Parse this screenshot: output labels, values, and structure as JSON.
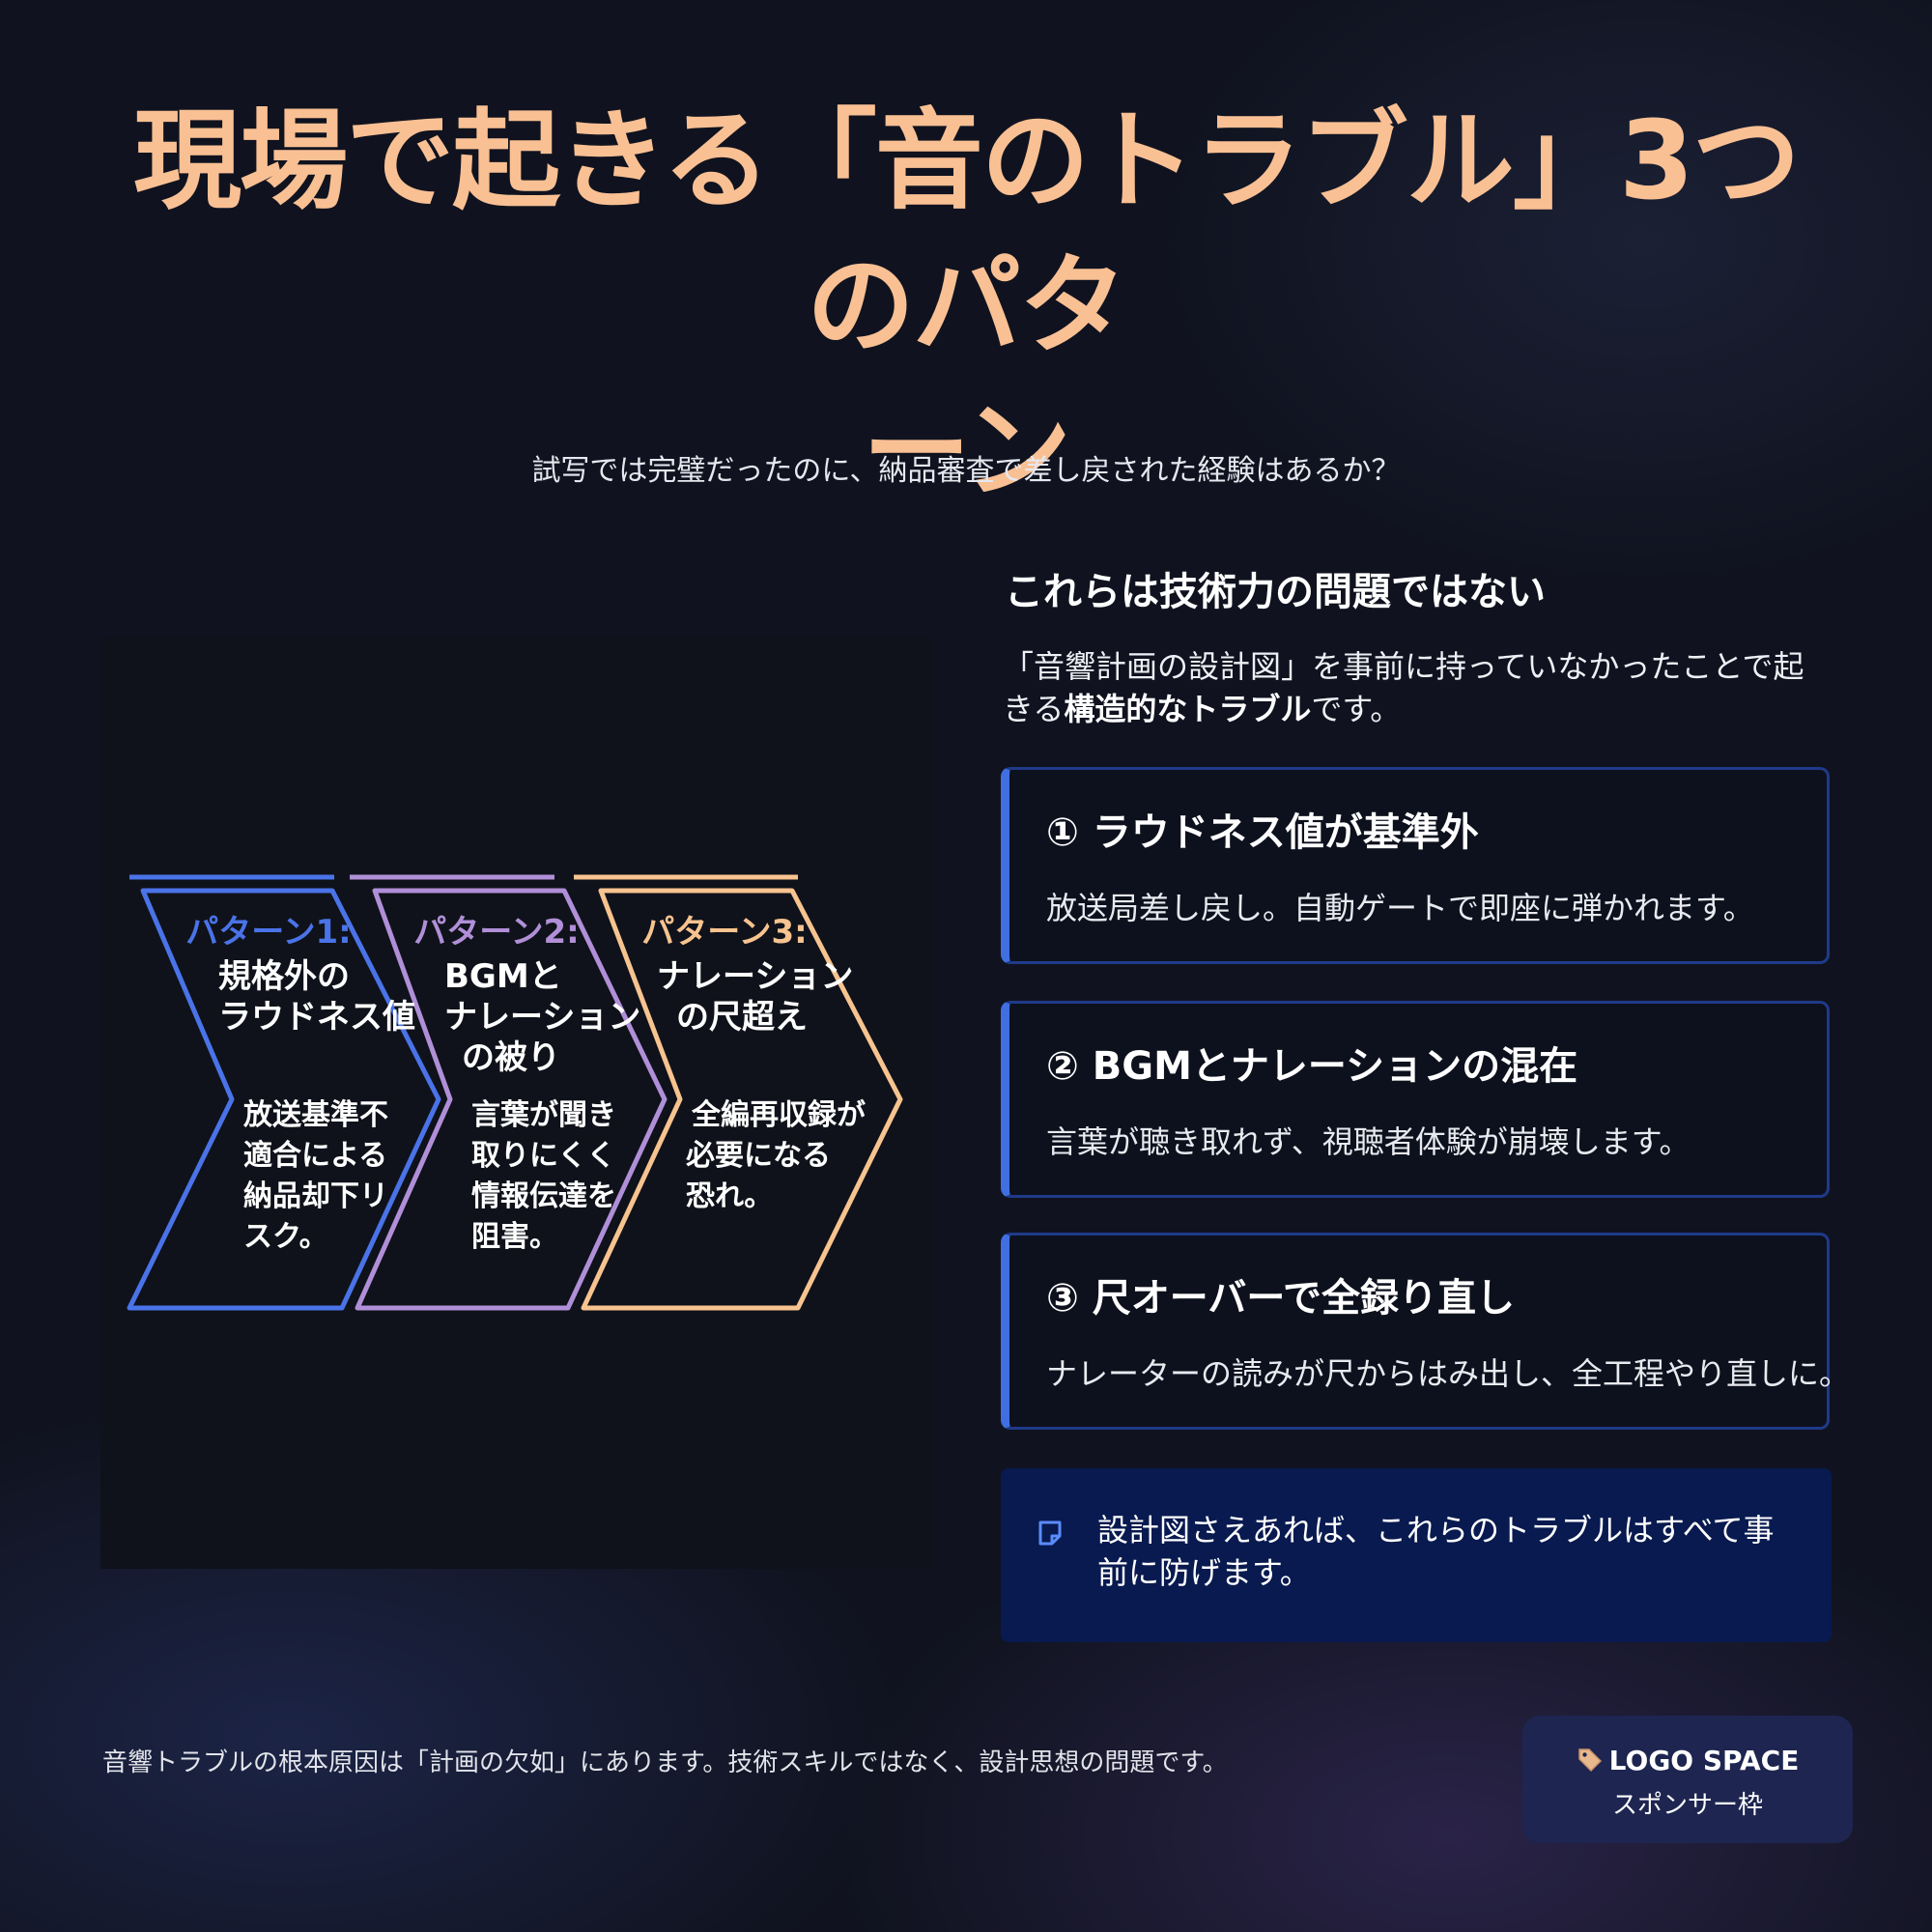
{
  "header": {
    "title_line1": "現場で起きる「音のトラブル」3つのパタ",
    "title_line2": "ーン",
    "subtitle": "試写では完璧だったのに、納品審査で差し戻された経験はあるか？"
  },
  "diagram": {
    "patterns": [
      {
        "label": "パターン1:",
        "title_lines": [
          "規格外の",
          "ラウドネス値"
        ],
        "desc_lines": [
          "放送基準不",
          "適合による",
          "納品却下リ",
          "スク。"
        ],
        "color": "#4a73e8"
      },
      {
        "label": "パターン2:",
        "title_lines": [
          "BGMと",
          "ナレーション",
          "の被り"
        ],
        "desc_lines": [
          "言葉が聞き",
          "取りにくく",
          "情報伝達を",
          "阻害。"
        ],
        "color": "#b08fd8"
      },
      {
        "label": "パターン3:",
        "title_lines": [
          "ナレーション",
          "の尺超え"
        ],
        "desc_lines": [
          "全編再収録が",
          "必要になる",
          "恐れ。"
        ],
        "color": "#f7c38f"
      }
    ]
  },
  "main": {
    "heading": "これらは技術力の問題ではない",
    "lead_part1": "「音響計画の設計図」を事前に持っていなかったことで起きる",
    "lead_bold": "構造的なトラブル",
    "lead_part2": "です。",
    "cards": [
      {
        "title": "① ラウドネス値が基準外",
        "body": "放送局差し戻し。自動ゲートで即座に弾かれます。"
      },
      {
        "title": "② BGMとナレーションの混在",
        "body": "言葉が聴き取れず、視聴者体験が崩壊します。"
      },
      {
        "title": "③ 尺オーバーで全録り直し",
        "body": "ナレーターの読みが尺からはみ出し、全工程やり直しに。"
      }
    ],
    "note": "設計図さえあれば、これらのトラブルはすべて事前に防げます。"
  },
  "footer": {
    "text": "音響トラブルの根本原因は「計画の欠如」にあります。技術スキルではなく、設計思想の問題です。"
  },
  "logo": {
    "line1": "LOGO SPACE",
    "line2": "スポンサー枠",
    "icon": "tag-icon"
  },
  "colors": {
    "title": "#f9c094",
    "card_border": "#1f3a8a",
    "card_accent": "#3f6fe0",
    "note_bg": "#081a4f"
  }
}
